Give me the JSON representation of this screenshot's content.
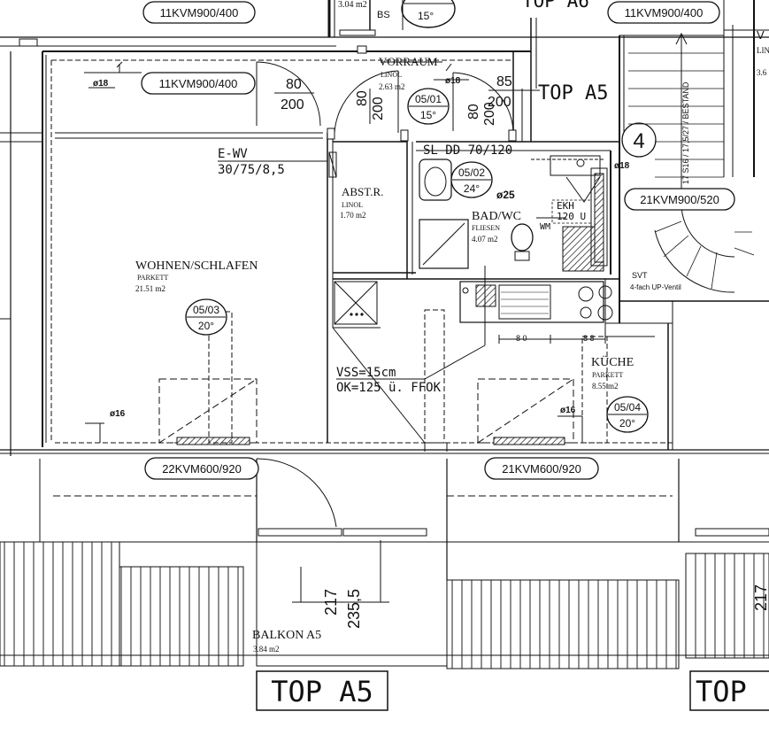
{
  "title_top": "TOP A5",
  "title_bottom_1": "TOP A5",
  "title_bottom_2": "TOP",
  "edge_top_left_area": "3.04 m2",
  "edge_top_bs": "BS",
  "edge_top_slope": "15°",
  "edge_top_apt": "TOP A6",
  "edge_top_right_frag": "V",
  "edge_top_right_frag2": "LIN",
  "edge_top_right_frag3": "3.6",
  "stair_number": "4",
  "stair_label": "17 S16 / 17,5/27 / BESTAND",
  "windows": [
    "11KVM900/400",
    "11KVM900/400",
    "11KVM900/400",
    "21KVM900/520",
    "22KVM600/920",
    "21KVM600/920"
  ],
  "dims": {
    "door_80": "80",
    "door_200": "200",
    "v80": "80",
    "v200": "200",
    "d85": "85",
    "d200": "200",
    "s80": "80",
    "s200": "200",
    "k80": "8 0",
    "k88": "8 8",
    "b217": "217",
    "b2355": "235,5",
    "r217": "217"
  },
  "diam": {
    "d18a": "ø18",
    "d18b": "ø18",
    "d18c": "ø18",
    "d16a": "ø16",
    "d16b": "ø16",
    "d25": "ø25"
  },
  "rooms": {
    "vorraum": {
      "name": "VORRAUM",
      "floor": "LINOL",
      "area": "2.63 m2"
    },
    "abstr": {
      "name": "ABST.R.",
      "floor": "LINOL",
      "area": "1.70 m2"
    },
    "wohnen": {
      "name": "WOHNEN/SCHLAFEN",
      "floor": "PARKETT",
      "area": "21.51 m2"
    },
    "bad": {
      "name": "BAD/WC",
      "floor": "FLIESEN",
      "area": "4.07 m2"
    },
    "kueche": {
      "name": "KÜCHE",
      "floor": "PARKETT",
      "area": "8.55 m2"
    },
    "balkon": {
      "name": "BALKON A5",
      "area": "3.84 m2"
    }
  },
  "slopes": [
    {
      "code": "05/01",
      "deg": "15°"
    },
    {
      "code": "05/02",
      "deg": "24°"
    },
    {
      "code": "05/03",
      "deg": "20°"
    },
    {
      "code": "05/04",
      "deg": "20°"
    }
  ],
  "ewv_1": "E-WV",
  "ewv_2": "30/75/8,5",
  "sl_dd": "SL DD 70/120",
  "ekh_1": "EKH",
  "ekh_2": "120 U",
  "wm": "WM",
  "svt_1": "SVT",
  "svt_2": "4-fach UP-Ventil",
  "vss": "VSS=15cm",
  "ok": "OK=125 ü. FFOK"
}
